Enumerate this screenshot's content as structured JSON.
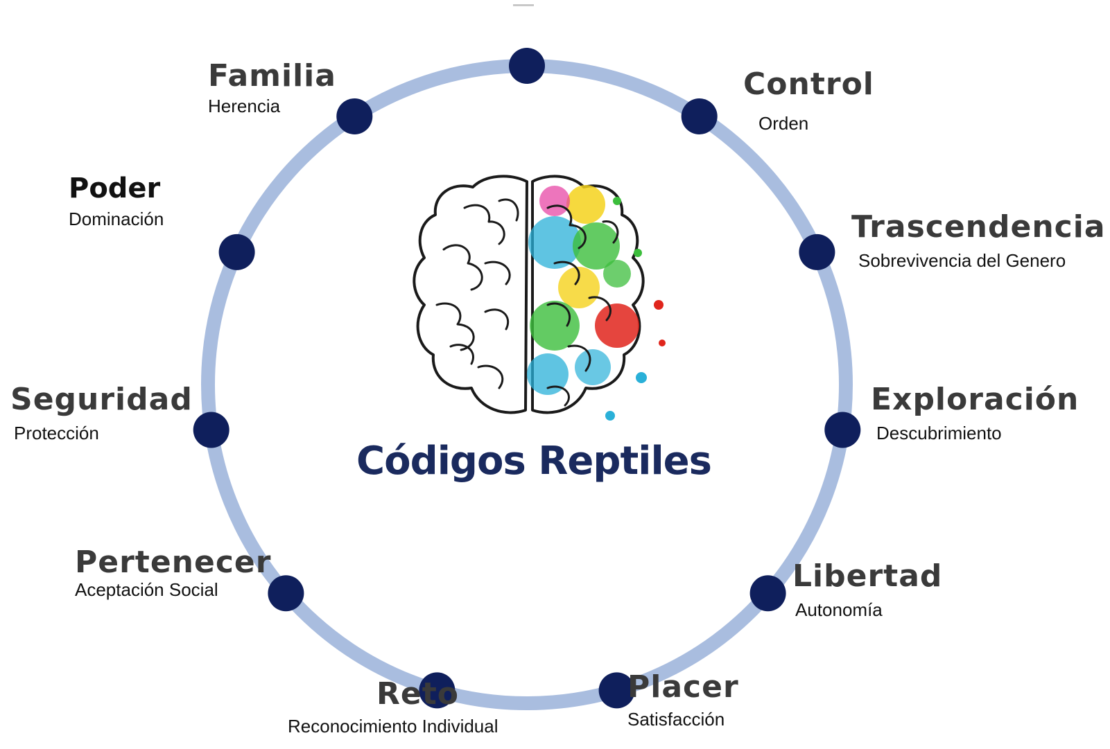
{
  "center_title": "Códigos Reptiles",
  "colors": {
    "ring": "#a9bddf",
    "node": "#0f1f5c",
    "title_text": "#1a2a5e",
    "label_text": "#3a3a3a"
  },
  "nodes": [
    {
      "title": "Control",
      "subtitle": "Orden"
    },
    {
      "title": "Trascendencia",
      "subtitle": "Sobrevivencia del Genero"
    },
    {
      "title": "Exploración",
      "subtitle": "Descubrimiento"
    },
    {
      "title": "Libertad",
      "subtitle": "Autonomía"
    },
    {
      "title": "Placer",
      "subtitle": "Satisfacción"
    },
    {
      "title": "Reto",
      "subtitle": "Reconocimiento Individual"
    },
    {
      "title": "Pertenecer",
      "subtitle": "Aceptación Social"
    },
    {
      "title": "Seguridad",
      "subtitle": "Protección"
    },
    {
      "title": "Poder",
      "subtitle": "Dominación"
    },
    {
      "title": "Familia",
      "subtitle": "Herencia"
    }
  ]
}
